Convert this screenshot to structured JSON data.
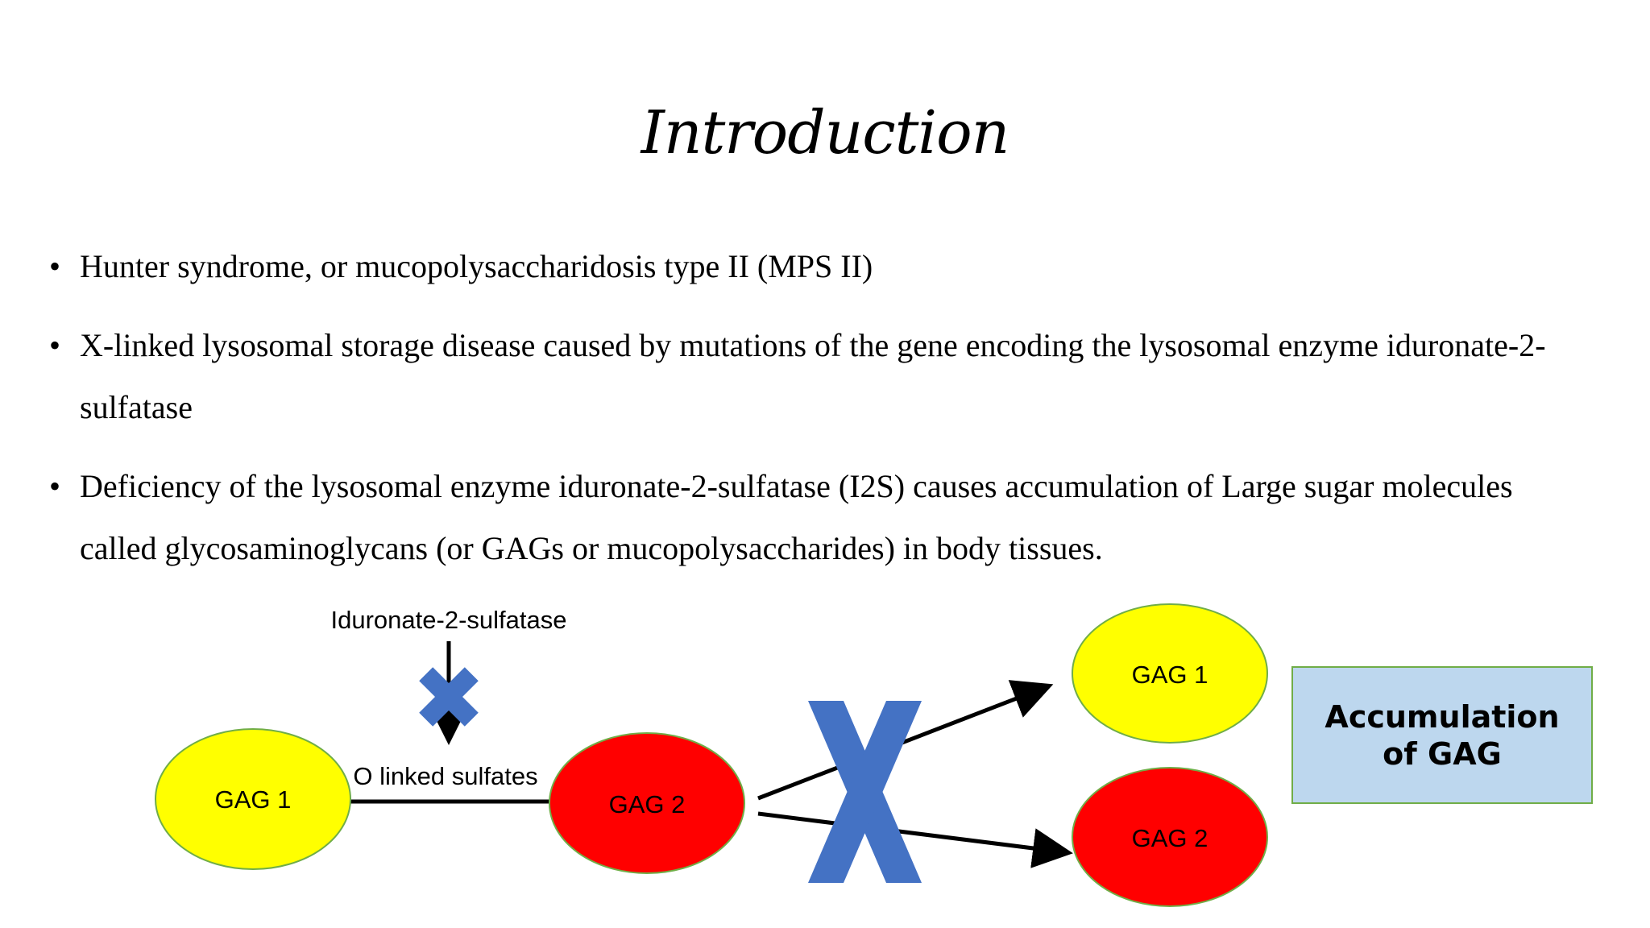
{
  "slide": {
    "title": "Introduction",
    "bullets": [
      "Hunter syndrome, or mucopolysaccharidosis type II (MPS II)",
      "X-linked lysosomal storage disease caused by mutations of the gene encoding the lysosomal enzyme iduronate-2-sulfatase",
      "Deficiency of the lysosomal enzyme iduronate-2-sulfatase (I2S) causes accumulation of Large sugar molecules called glycosaminoglycans (or GAGs or mucopolysaccharides) in body tissues."
    ],
    "bullet_glyph": "•"
  },
  "diagram": {
    "enzyme_label": "Iduronate-2-sulfatase",
    "bond_label": "O linked sulfates",
    "gag1_label": "GAG 1",
    "gag2_label": "GAG 2",
    "product_gag1_label": "GAG 1",
    "product_gag2_label": "GAG 2",
    "result_box_line1": "Accumulation",
    "result_box_line2": "of GAG",
    "colors": {
      "gag1_fill": "#ffff00",
      "gag2_fill": "#ff0000",
      "ellipse_stroke": "#70ad47",
      "cross_fill": "#4472c4",
      "box_fill": "#bdd7ee",
      "box_stroke": "#70ad47"
    }
  }
}
